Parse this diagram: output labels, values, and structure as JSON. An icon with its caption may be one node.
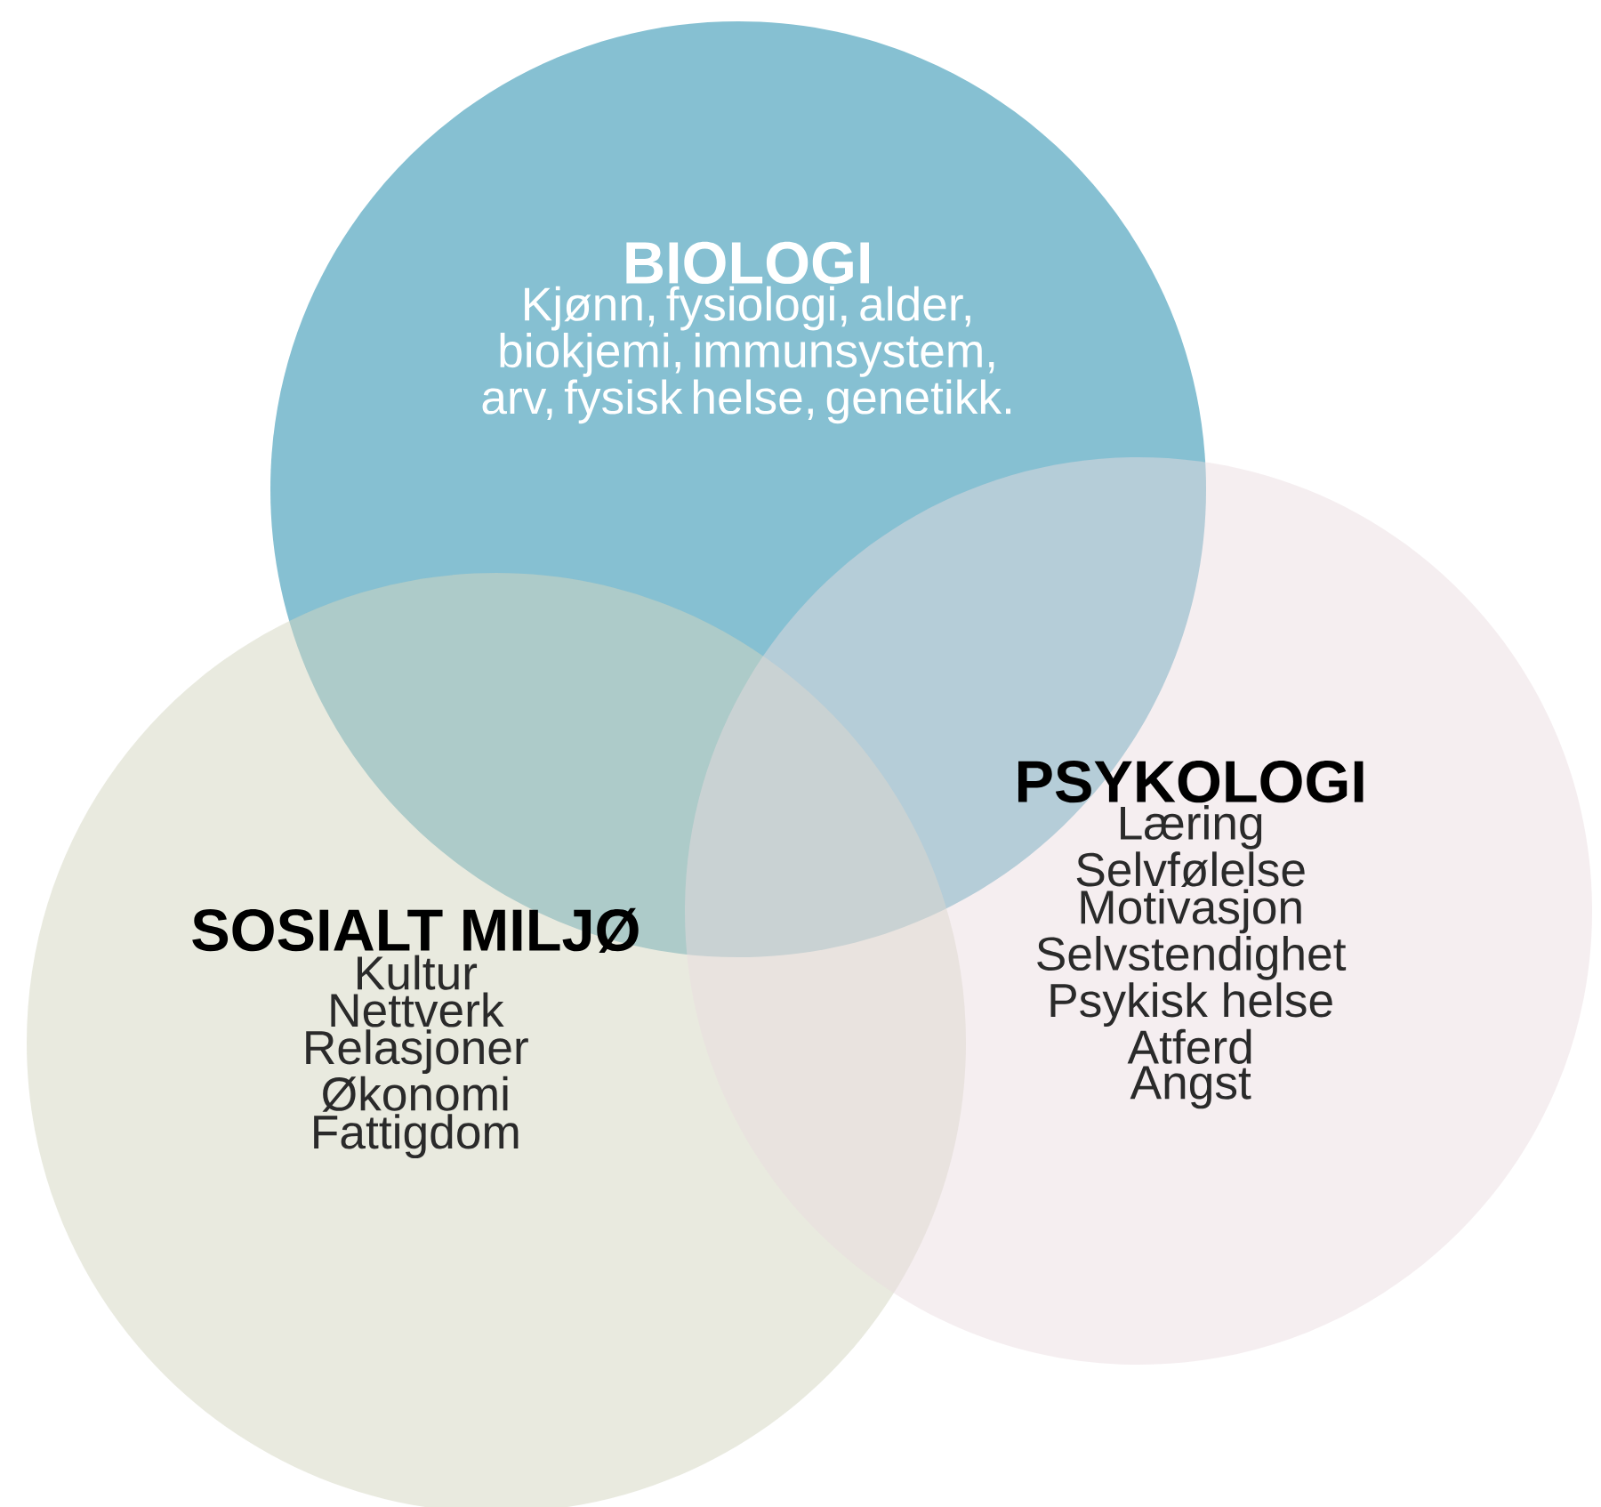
{
  "diagram": {
    "nodes": [
      {
        "text": [
          "BIOLOGI",
          "Kjønn, fysiologi, alder, biokjemi, immunsystem, arv, fysisk helse, genetikk."
        ]
      },
      {
        "text": [
          "PSYKOLOGI",
          "Læring",
          "Selvfølelse",
          "Motivasjon",
          "Selvstendighet",
          "Psykisk helse",
          "Atferd",
          "Angst"
        ]
      },
      {
        "text": [
          "SOSIALT MILJØ",
          "Kultur",
          "Nettverk",
          "Relasjoner",
          "Økonomi",
          "Fattigdom"
        ]
      }
    ]
  }
}
